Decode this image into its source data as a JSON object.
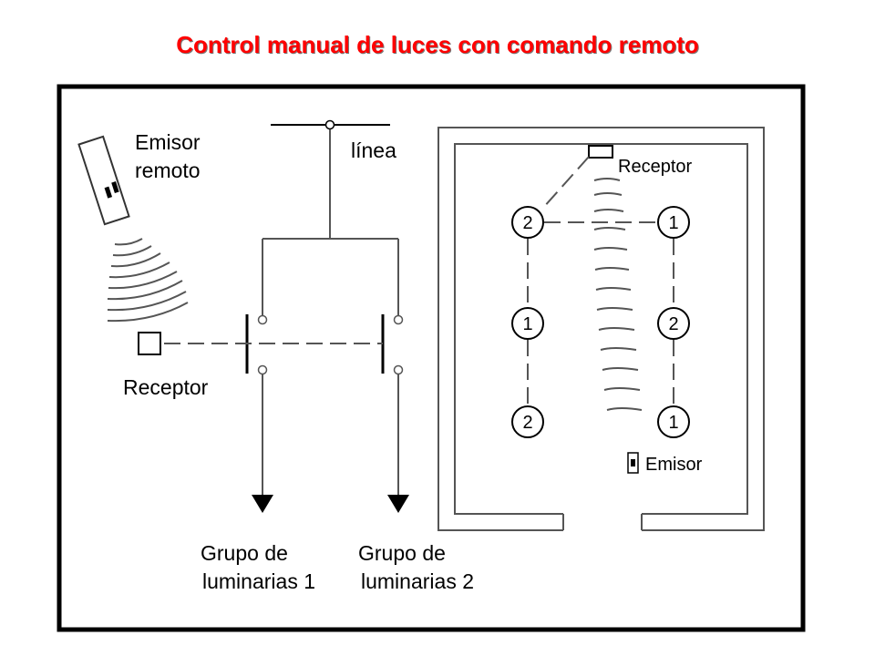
{
  "title": "Control manual de luces con comando remoto",
  "left_diagram": {
    "emitter_label_line1": "Emisor",
    "emitter_label_line2": "remoto",
    "line_label": "línea",
    "receiver_label": "Receptor",
    "group1_line1": "Grupo de",
    "group1_line2": "luminarias 1",
    "group2_line1": "Grupo de",
    "group2_line2": "luminarias 2"
  },
  "right_diagram": {
    "receiver_label": "Receptor",
    "emitter_label": "Emisor",
    "lamps": {
      "top_left": "2",
      "top_right": "1",
      "mid_left": "1",
      "mid_right": "2",
      "bottom_left": "2",
      "bottom_right": "1"
    }
  }
}
